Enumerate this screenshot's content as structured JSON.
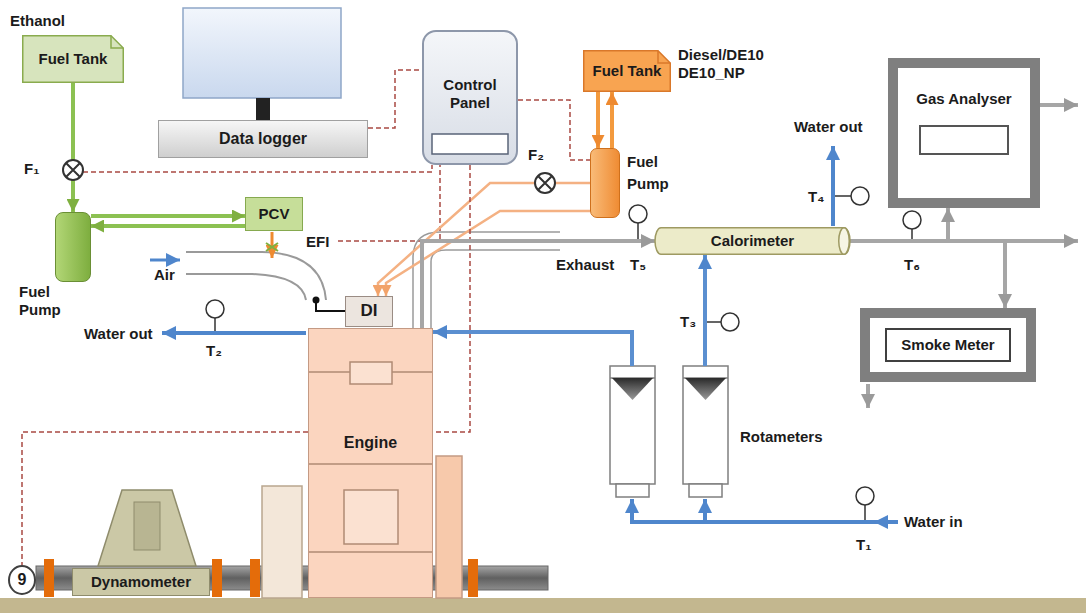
{
  "diagram": {
    "nodes": [
      {
        "text": [
          "Ethanol",
          "Fuel Tank"
        ]
      },
      {
        "text": [
          "Data logger"
        ]
      },
      {
        "text": [
          "Control Panel"
        ]
      },
      {
        "text": [
          "Fuel Tank",
          "Diesel/DE10 DE10_NP"
        ]
      },
      {
        "text": [
          "Gas Analyser"
        ]
      },
      {
        "text": [
          "Fuel Pump"
        ]
      },
      {
        "text": [
          "PCV"
        ]
      },
      {
        "text": [
          "Fuel Pump"
        ]
      },
      {
        "text": [
          "Calorimeter"
        ]
      },
      {
        "text": [
          "DI"
        ]
      },
      {
        "text": [
          "Engine"
        ]
      },
      {
        "text": [
          "Rotameters"
        ]
      },
      {
        "text": [
          "Smoke Meter"
        ]
      },
      {
        "text": [
          "Dynamometer"
        ]
      },
      {
        "text": [
          "9"
        ]
      }
    ],
    "edges": [
      {
        "from": 0,
        "to": 5,
        "arrow": "to"
      },
      {
        "from": 5,
        "to": 6,
        "arrow": "to"
      },
      {
        "from": 6,
        "to": 5,
        "arrow": "to"
      },
      {
        "from": 3,
        "to": 7,
        "arrow": "to"
      },
      {
        "from": 7,
        "to": 3,
        "arrow": "to"
      },
      {
        "from": 7,
        "to": 9,
        "arrow": "to"
      },
      {
        "from": 7,
        "to": 9,
        "arrow": "to"
      },
      {
        "from": 1,
        "to": 2,
        "arrow": "none"
      },
      {
        "from": 2,
        "to": 7,
        "arrow": "none"
      },
      {
        "from": 2,
        "to": 10,
        "arrow": "none"
      },
      {
        "from": 10,
        "to": 14,
        "arrow": "none"
      },
      {
        "from": 10,
        "to": 8,
        "arrow": "to"
      },
      {
        "from": 8,
        "to": 4,
        "arrow": "to"
      },
      {
        "from": 8,
        "to": 12,
        "arrow": "to"
      },
      {
        "from": 11,
        "to": 8,
        "arrow": "to"
      },
      {
        "from": 11,
        "to": 10,
        "arrow": "to"
      }
    ],
    "labels": [
      "F₁",
      "F₂",
      "EFI",
      "Air",
      "Water out",
      "T₂",
      "Exhaust",
      "T₅",
      "Water out",
      "T₄",
      "T₃",
      "T₆",
      "Water in",
      "T₁"
    ]
  }
}
